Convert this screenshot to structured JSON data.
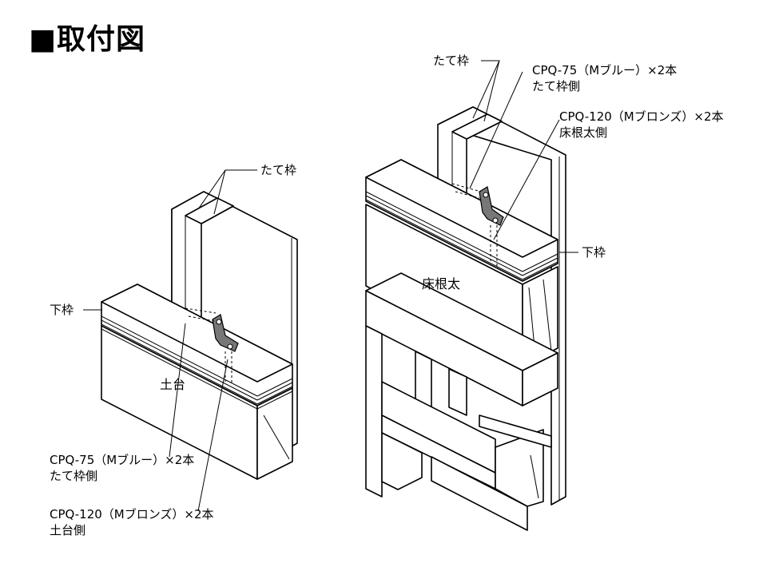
{
  "title": "■取付図",
  "left": {
    "stud_label": "たて枠",
    "sill_label": "下枠",
    "foundation_label": "土台",
    "bracket_stud": {
      "model": "CPQ-75（Mブルー）×2本",
      "side": "たて枠側"
    },
    "bracket_foundation": {
      "model": "CPQ-120（Mブロンズ）×2本",
      "side": "土台側"
    }
  },
  "right": {
    "stud_label": "たて枠",
    "sill_label": "下枠",
    "joist_label": "床根太",
    "bracket_stud": {
      "model": "CPQ-75（Mブルー）×2本",
      "side": "たて枠側"
    },
    "bracket_joist": {
      "model": "CPQ-120（Mブロンズ）×2本",
      "side": "床根太側"
    }
  }
}
